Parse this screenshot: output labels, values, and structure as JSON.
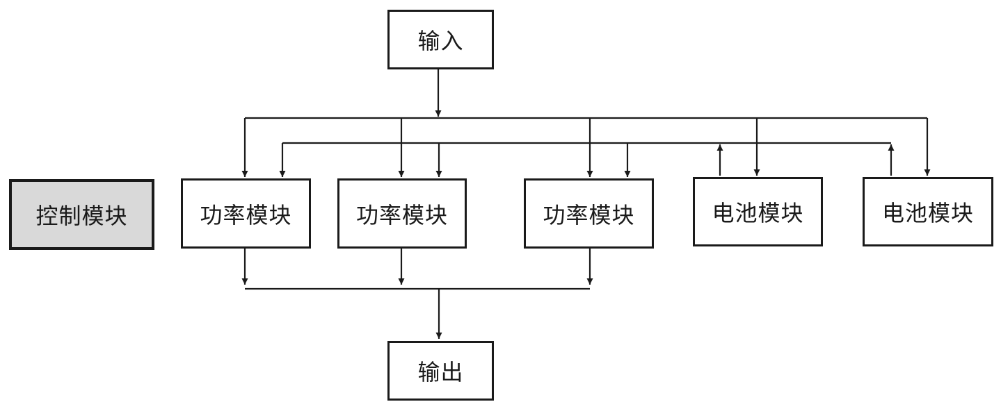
{
  "diagram": {
    "input_label": "输入",
    "output_label": "输出",
    "control_label": "控制模块",
    "power_modules": [
      "功率模块",
      "功率模块",
      "功率模块"
    ],
    "battery_modules": [
      "电池模块",
      "电池模块"
    ]
  },
  "colors": {
    "line": "#1a1a1a",
    "control_fill": "#d9d9d9",
    "box_fill": "#ffffff"
  }
}
